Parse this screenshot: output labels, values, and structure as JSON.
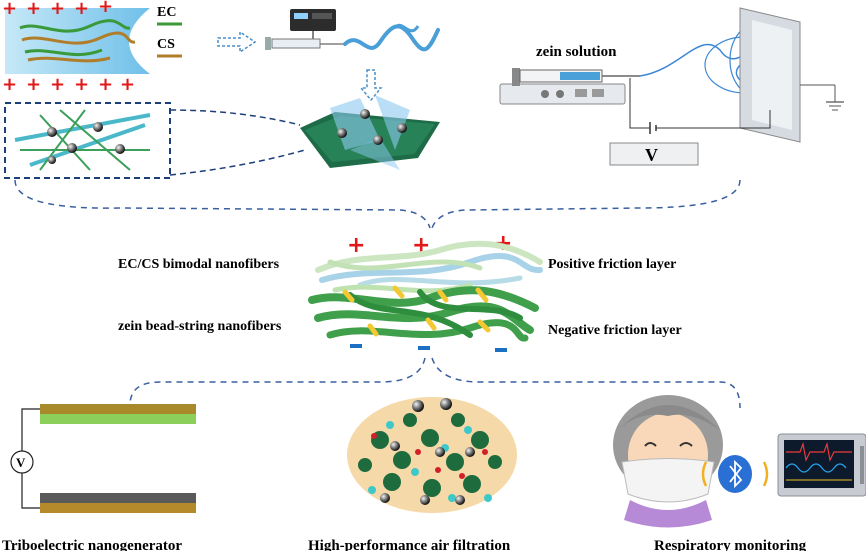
{
  "legend": {
    "ec": "EC",
    "cs": "CS"
  },
  "electrospinning": {
    "solution_label": "zein solution",
    "voltmeter_symbol": "V"
  },
  "layers": {
    "ec_cs": "EC/CS bimodal nanofibers",
    "zein": "zein bead-string nanofibers",
    "positive": "Positive friction layer",
    "negative": "Negative friction layer"
  },
  "applications": {
    "teng": "Triboelectric nanogenerator",
    "teng_symbol": "V",
    "filtration": "High-performance air filtration",
    "respiratory": "Respiratory monitoring"
  },
  "colors": {
    "ec_green": "#3a9a3a",
    "cs_brown": "#b07d2a",
    "fiber_green": "#3f9f4a",
    "positive_red": "#e01818",
    "negative_blue": "#1b6fc4",
    "dashed_blue": "#3a5fa0",
    "fiber_blue": "#4a8fc8"
  }
}
